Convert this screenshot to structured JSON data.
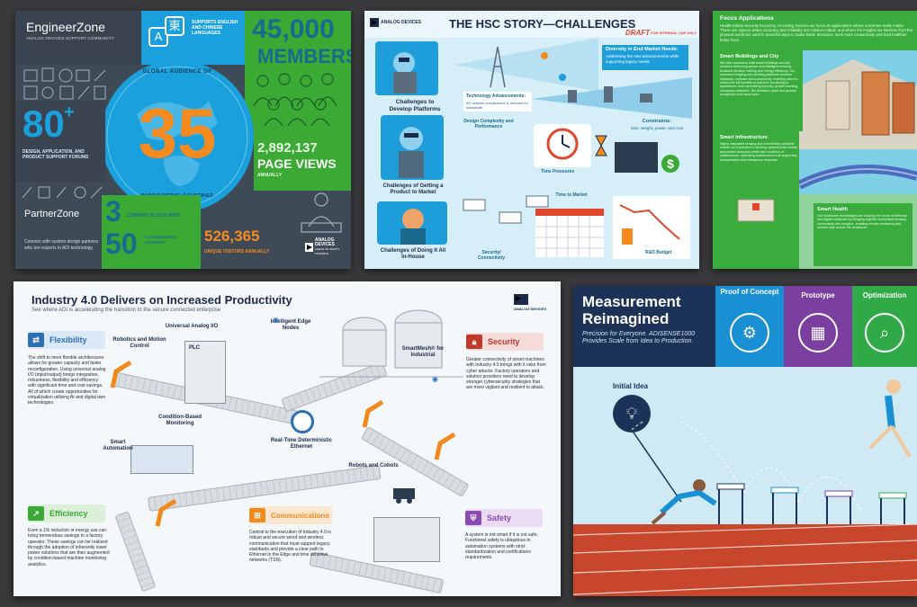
{
  "colors": {
    "background": "#3a3a3c",
    "engineer_blue": "#1aa0dc",
    "engineer_green": "#3aaa35",
    "engineer_dark": "#3f4a57",
    "orange": "#f58a1f",
    "hsc_teal": "#1d9dd9",
    "focus_green": "#3aab3d",
    "measurement_navy": "#1c3257",
    "proof_blue": "#1a90d4",
    "prototype_purple": "#7b3fa0",
    "optimization_green": "#2faa47",
    "flexibility_blue": "#2b6fb5",
    "security_red": "#c0392b",
    "efficiency_green": "#3aaa35",
    "communications_orange": "#f08a1d",
    "safety_purple": "#8a4bb3"
  },
  "engineer": {
    "title": "EngineerZone",
    "subtitle": "ANALOG DEVICES SUPPORT COMMUNITY",
    "languages": "SUPPORTS ENGLISH AND CHINESE LANGUAGES",
    "members_num": "45,000",
    "members_label": "MEMBERS",
    "global": "GLOBAL AUDIENCE OF",
    "countries_num": "35",
    "countries_label": "PARTICIPATING COUNTRIES",
    "forums_num": "80",
    "forums_plus": "+",
    "forums_label": "DESIGN, APPLICATION, AND PRODUCT SUPPORT FORUMS",
    "pageviews_num": "2,892,137",
    "pageviews_label": "PAGE VIEWS",
    "pageviews_sub": "ANNUALLY",
    "partner_title": "PartnerZone",
    "partner_text": "Connect with system design partners who are experts in ADI technology.",
    "blogs_num": "3",
    "blogs_label": "COMPANY BLOGS WITH",
    "authors_num": "50",
    "authors_label": "CONTRIBUTING AUTHORS",
    "visitors_num": "526,365",
    "visitors_label": "UNIQUE VISITORS ANNUALLY",
    "logo_text": "ANALOG DEVICES",
    "logo_tagline": "AHEAD OF WHAT'S POSSIBLE",
    "chinese_glyph": "東",
    "latin_glyph": "A"
  },
  "hsc": {
    "logo_text": "ANALOG DEVICES",
    "title": "THE HSC STORY—CHALLENGES",
    "draft": "DRAFT",
    "draft_sub": "FOR INTERNAL USE ONLY",
    "diversity": "Diversity in End Market Needs:",
    "diversity_sub": "Addressing the new advancements while supporting legacy needs",
    "develop": "Challenges to Develop Platforms",
    "tech": "Technology Advancements:",
    "tech_sub": "5G network virtualization & demand for bandwidth",
    "design": "Design Complexity and Performance",
    "getting": "Challenges of Getting a Product to Market",
    "constraints": "Constraints:",
    "constraints_sub": "Size, weight, power, and cost",
    "time_pressures": "Time Pressures",
    "doing": "Challenges of Doing It All In-House",
    "security": "Security/ Connectivity",
    "time_market": "Time to Market",
    "rd_budget": "R&D Budget"
  },
  "focus": {
    "title": "Focus Applications",
    "intro": "Health-Safety-Security Economy. At Analog Devices we focus on applications where outcomes really matter. These are spaces where accuracy and reliability are mission-critical, and where the insights we harness from the physical world are used in powerful ways to make better decisions, work more productively and lead healthier, better lives.",
    "buildings_title": "Smart Buildings and City",
    "buildings_text": "We help customers build smart buildings and city solutions delivering secure and intelligent sensing, localized decision making and energy efficiency. Our advanced imaging and sensing platforms combine hardware, software and connectivity, enabling users to realize the full benefits of real-time monitoring in applications such as building security, people counting, occupancy detection, fire detection, plant and gesture recognition and many more.",
    "infra_title": "Smart Infrastructure",
    "infra_text": "Highly integrated sensing and connectivity solutions enable our customers to develop systems that monitor and predict structural health and condition of infrastructure, optimizing maintenance and supporting transportation and emergency response.",
    "health_title": "Smart Health",
    "health_text": "Our healthcare technologies are shaping the future of wellness and digital healthcare by bringing together biomedical sensing, connectivity and analytics, enabling remote monitoring and smarter care across the continuum."
  },
  "industry": {
    "title": "Industry 4.0 Delivers on Increased Productivity",
    "subtitle": "See where ADI is accelerating the transition to the secure connected enterprise",
    "logo_text": "ANALOG DEVICES",
    "flexibility_title": "Flexibility",
    "flexibility_text": "The shift to more flexible architectures allows for greater capacity and faster reconfiguration. Using universal analog I/O (input/output) brings integration, robustness, flexibility and efficiency with significant time and cost savings. All of which create opportunities for virtualization utilizing AI and digital twin technologies.",
    "security_title": "Security",
    "security_text": "Greater connectivity of smart machines with Industry 4.0 brings with it risks from cyber attacks. Factory operators and solution providers need to develop stronger cybersecurity strategies that are more vigilant and resilient to attack.",
    "efficiency_title": "Efficiency",
    "efficiency_text": "Even a 1% reduction in energy use can bring tremendous savings to a factory operator. These savings can be realized through the adoption of inherently lower power solutions that are then augmented by condition-based machine monitoring analytics.",
    "communications_title": "Communications",
    "communications_text": "Central to the execution of Industry 4.0 is robust and secure wired and wireless communication that must support legacy standards and provide a clear path to Ethernet to the Edge and time sensitive networks (TSN).",
    "safety_title": "Safety",
    "safety_text": "A system is not smart if it is not safe. Functional safety is ubiquitous in automation systems with strict standardization and certifications requirements.",
    "label_robotics": "Robotics and Motion Control",
    "label_universal": "Universal Analog I/O",
    "label_edge": "Intelligent Edge Nodes",
    "label_condition": "Condition-Based Monitoring",
    "label_ethernet": "Real-Time Deterministic Ethernet",
    "label_smartmesh": "SmartMesh® for Industrial",
    "label_automation": "Smart Automation",
    "label_cobots": "Robots and Cobots",
    "plc": "PLC"
  },
  "measurement": {
    "title_line1": "Measurement",
    "title_line2": "Reimagined",
    "tagline": "Precision for Everyone. ADISENSE1000 Provides Scale from Idea to Production.",
    "proof_label": "Proof of Concept",
    "prototype_label": "Prototype",
    "optimization_label": "Optimization",
    "initial_idea": "Initial Idea"
  }
}
